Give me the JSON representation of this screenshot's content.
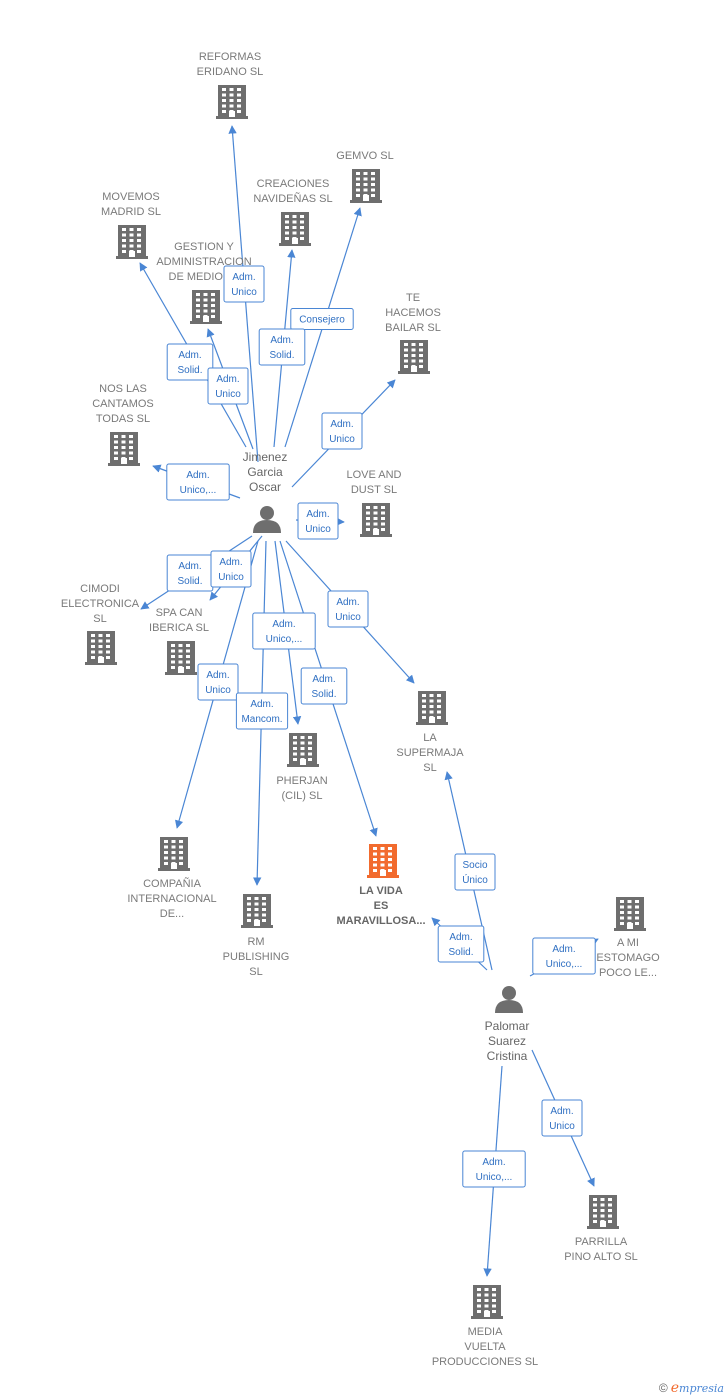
{
  "colors": {
    "building": "#6e6e6e",
    "building_highlight": "#f26b2e",
    "person": "#6e6e6e",
    "edge": "#4a86d4"
  },
  "companies": [
    {
      "id": "reformas",
      "label": [
        "REFORMAS",
        "ERIDANO SL"
      ],
      "highlight": false
    },
    {
      "id": "gemvo",
      "label": [
        "GEMVO  SL"
      ],
      "highlight": false
    },
    {
      "id": "creaciones",
      "label": [
        "CREACIONES",
        "NAVIDEÑAS  SL"
      ],
      "highlight": false
    },
    {
      "id": "movemos",
      "label": [
        "MOVEMOS",
        "MADRID SL"
      ],
      "highlight": false
    },
    {
      "id": "gestion",
      "label": [
        "GESTION Y",
        "ADMINISTRACION",
        "DE MEDIOS..."
      ],
      "highlight": false
    },
    {
      "id": "tehacemos",
      "label": [
        "TE",
        "HACEMOS",
        "BAILAR  SL"
      ],
      "highlight": false
    },
    {
      "id": "noslas",
      "label": [
        "NOS LAS",
        "CANTAMOS",
        "TODAS  SL"
      ],
      "highlight": false
    },
    {
      "id": "loveanddust",
      "label": [
        "LOVE AND",
        "DUST  SL"
      ],
      "highlight": false
    },
    {
      "id": "cimodi",
      "label": [
        "CIMODI",
        "ELECTRONICA",
        "SL"
      ],
      "highlight": false
    },
    {
      "id": "spacan",
      "label": [
        "SPA CAN",
        "IBERICA  SL"
      ],
      "highlight": false
    },
    {
      "id": "lasupermaja",
      "label": [
        "LA",
        "SUPERMAJA",
        "SL"
      ],
      "highlight": false
    },
    {
      "id": "pherjan",
      "label": [
        "PHERJAN",
        "(CIL)  SL"
      ],
      "highlight": false
    },
    {
      "id": "compania",
      "label": [
        "COMPAÑIA",
        "INTERNACIONAL",
        "DE..."
      ],
      "highlight": false
    },
    {
      "id": "lavida",
      "label": [
        "LA VIDA",
        "ES",
        "MARAVILLOSA..."
      ],
      "highlight": true
    },
    {
      "id": "rm",
      "label": [
        "RM",
        "PUBLISHING",
        "SL"
      ],
      "highlight": false
    },
    {
      "id": "amiestomago",
      "label": [
        "A MI",
        "ESTOMAGO",
        "POCO LE..."
      ],
      "highlight": false
    },
    {
      "id": "parrilla",
      "label": [
        "PARRILLA",
        "PINO ALTO  SL"
      ],
      "highlight": false
    },
    {
      "id": "media",
      "label": [
        "MEDIA",
        "VUELTA",
        "PRODUCCIONES SL"
      ],
      "highlight": false
    }
  ],
  "persons": [
    {
      "id": "jimenez",
      "label": [
        "Jimenez",
        "Garcia",
        "Oscar"
      ]
    },
    {
      "id": "palomar",
      "label": [
        "Palomar",
        "Suarez",
        "Cristina"
      ]
    }
  ],
  "relations": [
    {
      "from": "jimenez",
      "to": "reformas",
      "role": [
        "Adm.",
        "Unico"
      ]
    },
    {
      "from": "jimenez",
      "to": "gemvo",
      "role": [
        "Consejero"
      ]
    },
    {
      "from": "jimenez",
      "to": "creaciones",
      "role": [
        "Adm.",
        "Solid."
      ]
    },
    {
      "from": "jimenez",
      "to": "movemos",
      "role": [
        "Adm.",
        "Solid."
      ]
    },
    {
      "from": "jimenez",
      "to": "gestion",
      "role": [
        "Adm.",
        "Unico"
      ]
    },
    {
      "from": "jimenez",
      "to": "tehacemos",
      "role": [
        "Adm.",
        "Unico"
      ]
    },
    {
      "from": "jimenez",
      "to": "noslas",
      "role": [
        "Adm.",
        "Unico,..."
      ]
    },
    {
      "from": "jimenez",
      "to": "loveanddust",
      "role": [
        "Adm.",
        "Unico"
      ]
    },
    {
      "from": "jimenez",
      "to": "cimodi",
      "role": [
        "Adm.",
        "Solid."
      ]
    },
    {
      "from": "jimenez",
      "to": "spacan",
      "role": [
        "Adm.",
        "Unico"
      ]
    },
    {
      "from": "jimenez",
      "to": "lasupermaja",
      "role": [
        "Adm.",
        "Unico"
      ]
    },
    {
      "from": "jimenez",
      "to": "pherjan",
      "role": [
        "Adm.",
        "Unico,..."
      ]
    },
    {
      "from": "jimenez",
      "to": "compania",
      "role": [
        "Adm.",
        "Unico"
      ]
    },
    {
      "from": "jimenez",
      "to": "rm",
      "role": [
        "Adm.",
        "Mancom."
      ]
    },
    {
      "from": "jimenez",
      "to": "lavida",
      "role": [
        "Adm.",
        "Solid."
      ]
    },
    {
      "from": "palomar",
      "to": "lasupermaja",
      "role": [
        "Socio",
        "Único"
      ]
    },
    {
      "from": "palomar",
      "to": "lavida",
      "role": [
        "Adm.",
        "Solid."
      ]
    },
    {
      "from": "palomar",
      "to": "amiestomago",
      "role": [
        "Adm.",
        "Unico,..."
      ]
    },
    {
      "from": "palomar",
      "to": "parrilla",
      "role": [
        "Adm.",
        "Unico"
      ]
    },
    {
      "from": "palomar",
      "to": "media",
      "role": [
        "Adm.",
        "Unico,..."
      ]
    }
  ],
  "footer": {
    "copyright": "©",
    "brand_initial": "e",
    "brand_rest": "mpresia"
  }
}
